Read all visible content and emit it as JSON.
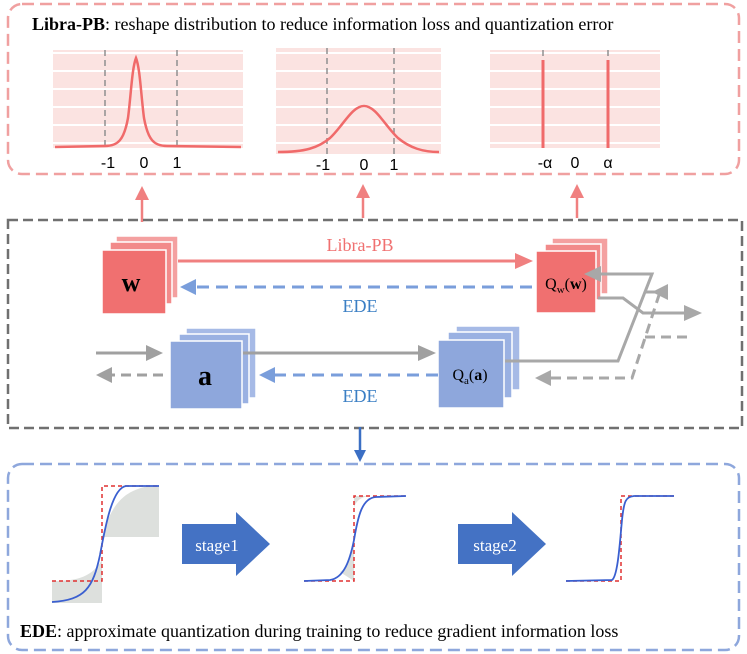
{
  "top_panel": {
    "title_bold": "Libra-PB",
    "title_rest": ": reshape distribution to reduce information loss and quantization error",
    "plot1_ticks": [
      "-1",
      "0",
      "1"
    ],
    "plot2_ticks": [
      "-1",
      "0",
      "1"
    ],
    "plot3_ticks": [
      "-α",
      "0",
      "α"
    ]
  },
  "middle_panel": {
    "weight_label": "w",
    "activation_label": "a",
    "libra_arrow_label": "Libra-PB",
    "ede_top_label": "EDE",
    "ede_bottom_label": "EDE",
    "qw_prefix": "Q",
    "qw_sub": "w",
    "qw_open": "(",
    "qw_arg": "w",
    "qw_close": ")",
    "qa_prefix": "Q",
    "qa_sub": "a",
    "qa_open": "(",
    "qa_arg": "a",
    "qa_close": ")"
  },
  "bottom_panel": {
    "stage1_label": "stage1",
    "stage2_label": "stage2",
    "caption_bold": "EDE",
    "caption_rest": ":  approximate quantization during training to reduce gradient information loss"
  },
  "colors": {
    "pink": "#f08080",
    "blue": "#8fa8dc",
    "dark_blue": "#4472c4",
    "gray": "#a0a0a0",
    "ede_text": "#3b7fc4",
    "libra_text": "#f07070"
  }
}
